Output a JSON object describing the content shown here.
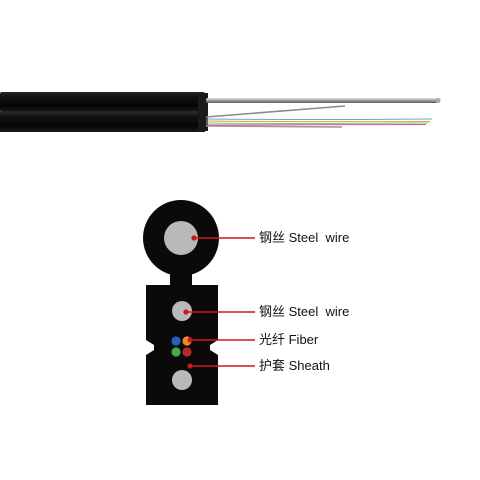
{
  "figure": {
    "callouts": [
      {
        "id": "messenger-steel-wire",
        "text": "钢丝 Steel  wire"
      },
      {
        "id": "strength-steel-wire",
        "text": "钢丝 Steel  wire"
      },
      {
        "id": "fiber",
        "text": "光纤 Fiber"
      },
      {
        "id": "sheath",
        "text": "护套 Sheath"
      }
    ],
    "colors": {
      "sheath": "#0a0a0a",
      "steel_core": "#b9b9b9",
      "leader_line": "#d4151b",
      "fiber_blue": "#2a5cc8",
      "fiber_orange": "#f08a24",
      "fiber_green": "#3fae49",
      "fiber_red": "#c0242b"
    }
  }
}
